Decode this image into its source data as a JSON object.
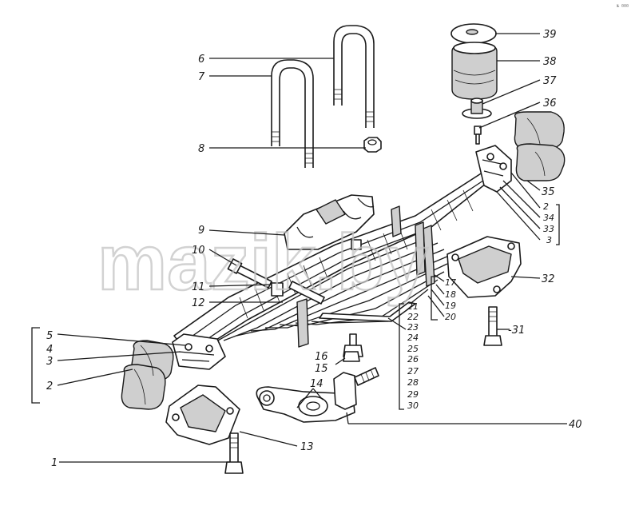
{
  "watermark": "mazik.by",
  "corner_mark": "№ 000",
  "callouts": [
    "1",
    "2",
    "3",
    "4",
    "5",
    "6",
    "7",
    "8",
    "9",
    "10",
    "11",
    "12",
    "13",
    "14",
    "15",
    "16",
    "17",
    "18",
    "19",
    "20",
    "21",
    "22",
    "23",
    "24",
    "25",
    "26",
    "27",
    "28",
    "29",
    "30",
    "31",
    "32",
    "33",
    "34",
    "35",
    "36",
    "37",
    "38",
    "39",
    "40"
  ],
  "labels": {
    "n1": "1",
    "n2a": "2",
    "n3a": "3",
    "n4": "4",
    "n5": "5",
    "n6": "6",
    "n7": "7",
    "n8": "8",
    "n9": "9",
    "n10": "10",
    "n11": "11",
    "n12": "12",
    "n13": "13",
    "n14": "14",
    "n15": "15",
    "n16": "16",
    "n17": "17",
    "n18": "18",
    "n19": "19",
    "n20": "20",
    "n21": "21",
    "n22": "22",
    "n23": "23",
    "n24": "24",
    "n25": "25",
    "n26": "26",
    "n27": "27",
    "n28": "28",
    "n29": "29",
    "n30": "30",
    "n31": "-31",
    "n32": "32",
    "n2b": "2",
    "n34": "34",
    "n33": "33",
    "n3b": "3",
    "n35": "35",
    "n36": "36",
    "n37": "37",
    "n38": "38",
    "n39": "39",
    "n40": "40"
  }
}
